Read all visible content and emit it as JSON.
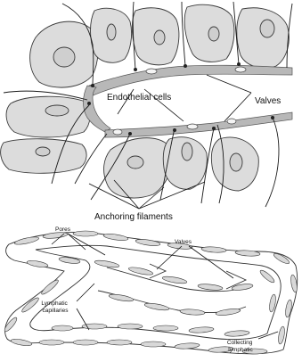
{
  "labels": {
    "endothelial_cells": "Endothelial cells",
    "valves_top": "Valves",
    "anchoring_filaments": "Anchoring filaments",
    "pores": "Pores",
    "valves_bottom": "Valves",
    "lymphatic_capillaries_line1": "Lymphatic",
    "lymphatic_capillaries_line2": "capillaries",
    "collecting_lymphatic_line1": "Collecting",
    "collecting_lymphatic_line2": "lymphatic"
  }
}
